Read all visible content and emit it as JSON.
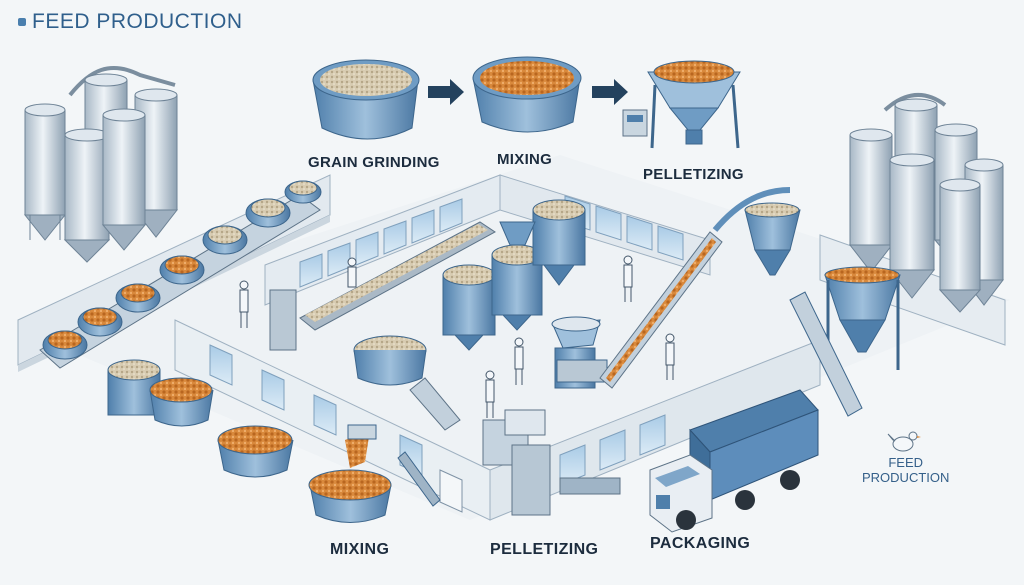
{
  "header": {
    "title": "FEED PRODUCTION"
  },
  "flow_steps": [
    {
      "label": "GRAIN GRINDING"
    },
    {
      "label": "MIXING"
    },
    {
      "label": "PELLETIZING"
    }
  ],
  "floor_labels": [
    {
      "label": "MIXING"
    },
    {
      "label": "PELLETIZING"
    },
    {
      "label": "PACKAGING"
    }
  ],
  "brand": {
    "line1": "FEED",
    "line2": "PRODUCTION",
    "icon": "chicken-icon"
  },
  "colors": {
    "steel_blue": "#5f8fba",
    "light_blue": "#cfe2f1",
    "grain_light": "#d8cbb0",
    "grain_orange": "#d9893c",
    "wall": "#e6edf2"
  }
}
